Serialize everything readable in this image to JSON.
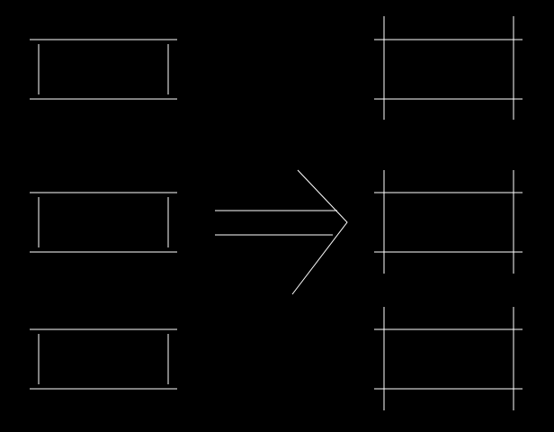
{
  "diagram": {
    "background_color": "#000000",
    "line_color": "#ffffff",
    "left_column": {
      "description_shape": "rectangle with vertical sides inset from horizontal lines (lines not extended)",
      "shapes": [
        {
          "id": "left-shape-1"
        },
        {
          "id": "left-shape-2"
        },
        {
          "id": "left-shape-3"
        }
      ]
    },
    "transform_arrow": {
      "style": "double-shaft open arrow"
    },
    "right_column": {
      "description_shape": "rectangle with lines extended past corners (crossing)",
      "shapes": [
        {
          "id": "right-shape-1"
        },
        {
          "id": "right-shape-2"
        },
        {
          "id": "right-shape-3"
        }
      ]
    }
  }
}
